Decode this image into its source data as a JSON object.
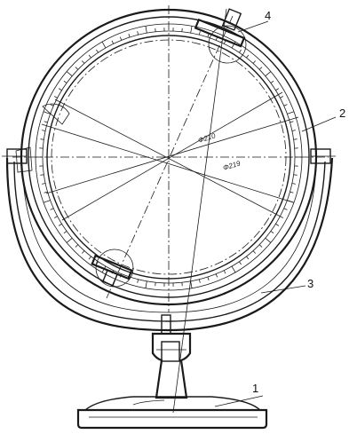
{
  "callouts": {
    "c1": "1",
    "c2": "2",
    "c3": "3",
    "c4": "4"
  },
  "dimensions": {
    "inner": "Φ210",
    "outer": "Φ219"
  }
}
